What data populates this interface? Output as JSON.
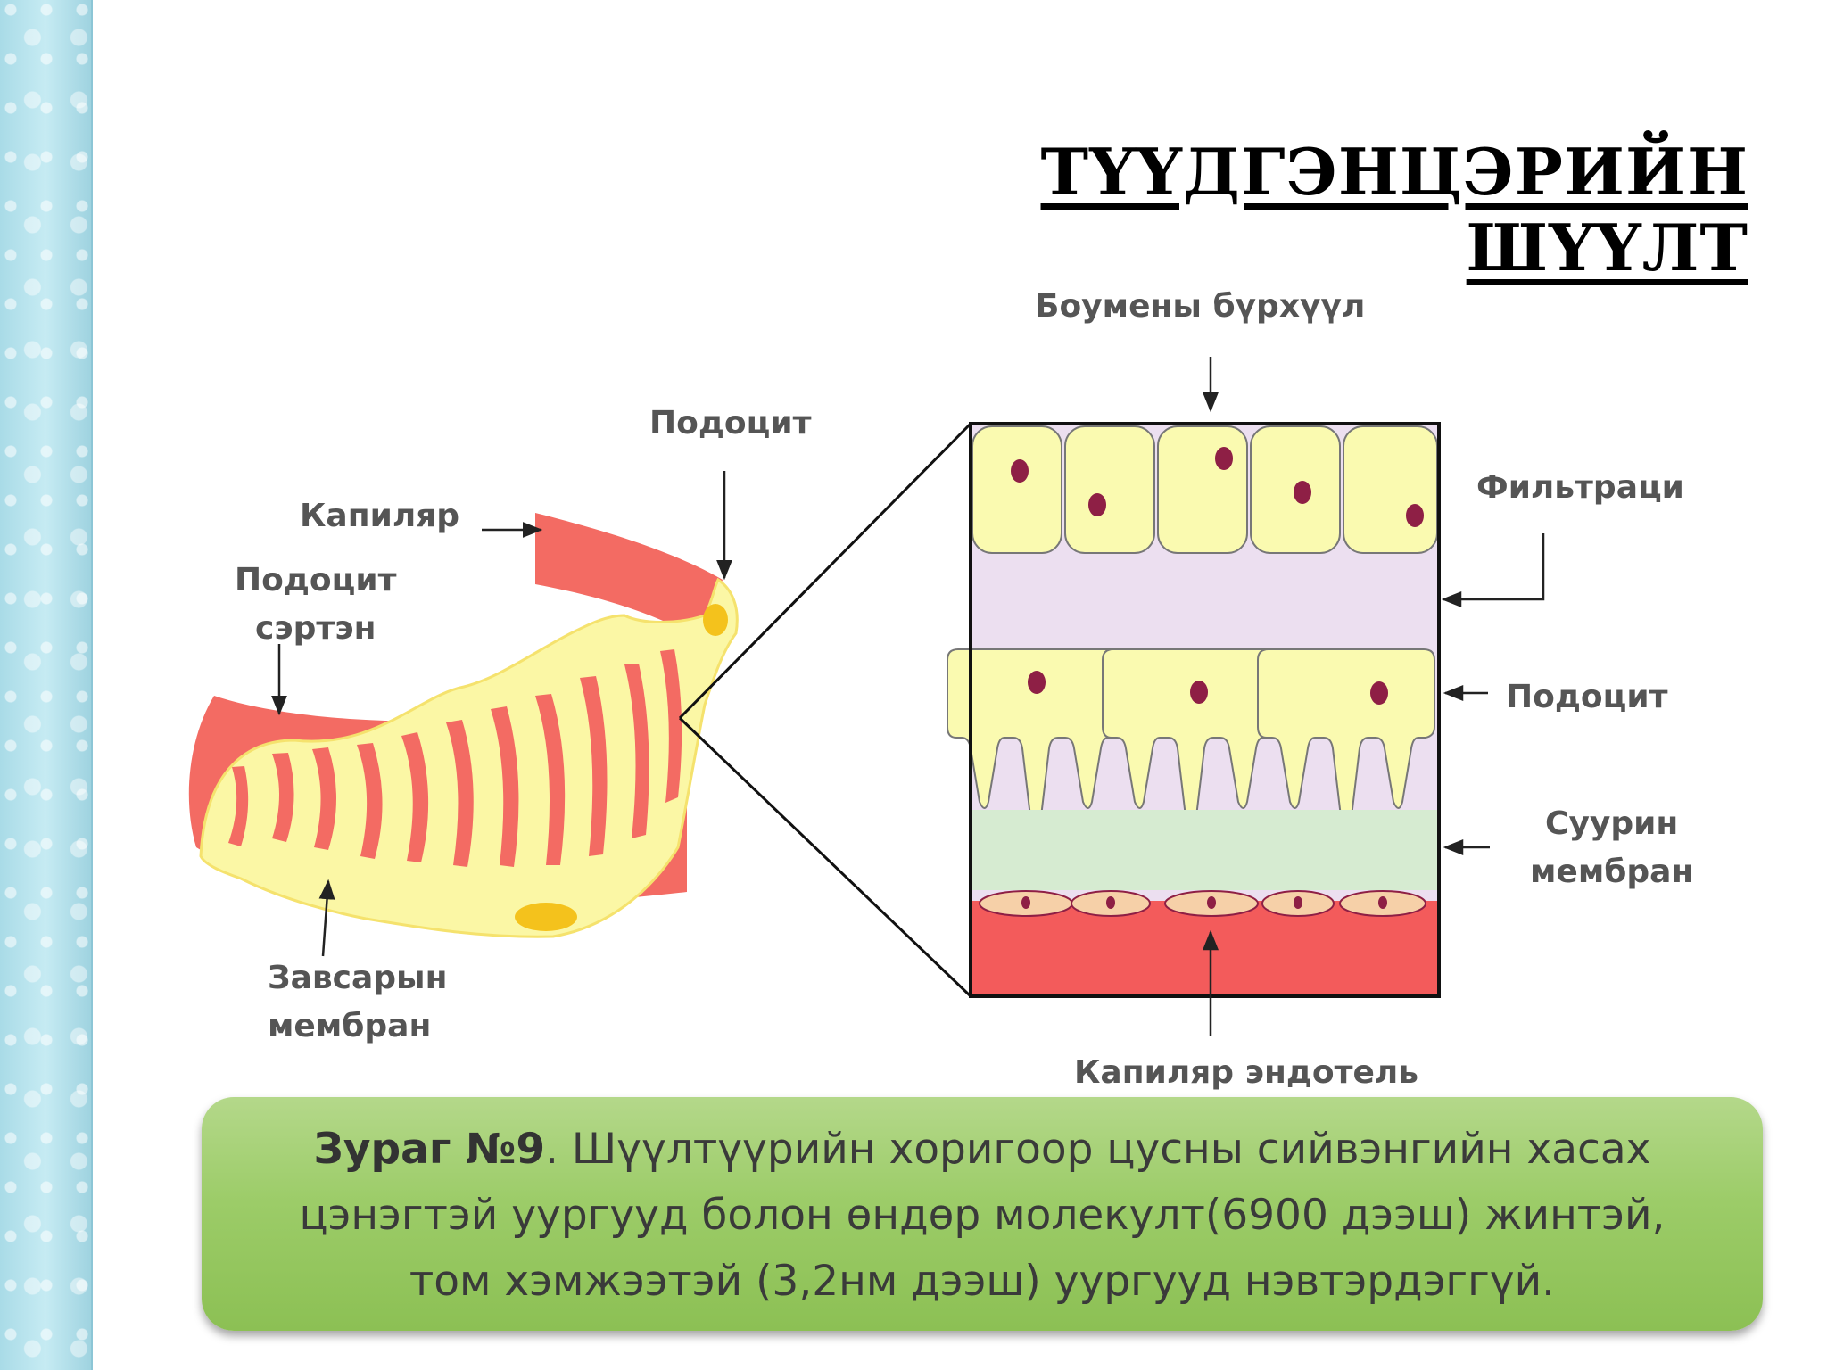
{
  "title": "ТҮҮДГЭНЦЭРИЙН ШҮҮЛТ",
  "labels": {
    "bowman": "Боумены бүрхүүл",
    "podocyte_top": "Подоцит",
    "capillary": "Капиляр",
    "podocyte_process_1": "Подоцит",
    "podocyte_process_2": "сэртэн",
    "filtration": "Фильтраци",
    "podocyte_right": "Подоцит",
    "basement_1": "Суурин",
    "basement_2": "мембран",
    "interstitial_1": "Завсарын",
    "interstitial_2": "мембран",
    "endothelium": "Капиляр эндотель"
  },
  "caption": {
    "bold": "Зураг №9",
    "text": ". Шүүлтүүрийн хоригоор цусны сийвэнгийн хасах цэнэгтэй уургууд болон өндөр молекулт(6900 дээш) жинтэй, том хэмжээтэй (3,2нм дээш) уургууд нэвтэрдэггүй."
  },
  "colors": {
    "capillary_red": "#f36b63",
    "podocyte_yellow": "#fbf7a5",
    "nucleus": "#8e1f45",
    "bowman_layer": "#fafab0",
    "filtration_space": "#ecdff0",
    "basement_green": "#d6ebd1",
    "endothelial_red": "#f35b5b",
    "caption_green": "#9ccc68"
  }
}
